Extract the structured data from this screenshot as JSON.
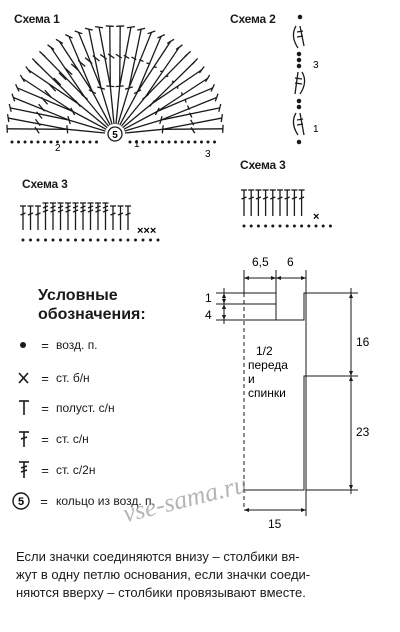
{
  "schemes": {
    "scheme1": {
      "title": "Схема 1",
      "ring_number": "5",
      "label_1": "1",
      "label_2": "2",
      "label_3": "3"
    },
    "scheme2": {
      "title": "Схема 2",
      "label_3": "3",
      "label_1": "1"
    },
    "scheme3a": {
      "title": "Схема 3",
      "tail": "×××"
    },
    "scheme3b": {
      "title": "Схема 3",
      "tail": "×"
    }
  },
  "legend": {
    "heading_line1": "Условные",
    "heading_line2": "обозначения:",
    "equals": "=",
    "items": [
      {
        "symbol": "chain-dot-icon",
        "text": "возд. п."
      },
      {
        "symbol": "cross-icon",
        "text": "ст. б/н"
      },
      {
        "symbol": "half-double-icon",
        "text": "полуст. с/н"
      },
      {
        "symbol": "double-crochet-icon",
        "text": "ст. с/н"
      },
      {
        "symbol": "double2-crochet-icon",
        "text": "ст. с/2н"
      },
      {
        "symbol": "ring-icon",
        "ring_number": "5",
        "text": "кольцо из возд. п."
      }
    ]
  },
  "pattern": {
    "dim_top_left": "6,5",
    "dim_top_right": "6",
    "dim_left_1": "1",
    "dim_left_4": "4",
    "dim_right_16": "16",
    "dim_right_23": "23",
    "dim_bottom": "15",
    "label_line1": "1/2",
    "label_line2": "переда",
    "label_line3": "и",
    "label_line4": "спинки"
  },
  "watermark": "vse-sama.ru",
  "footnote": {
    "line1": "Если значки соединяются внизу – столбики вя-",
    "line2": "жут в одну петлю основания, если значки соеди-",
    "line3": "няются вверху – столбики провязывают вместе."
  }
}
